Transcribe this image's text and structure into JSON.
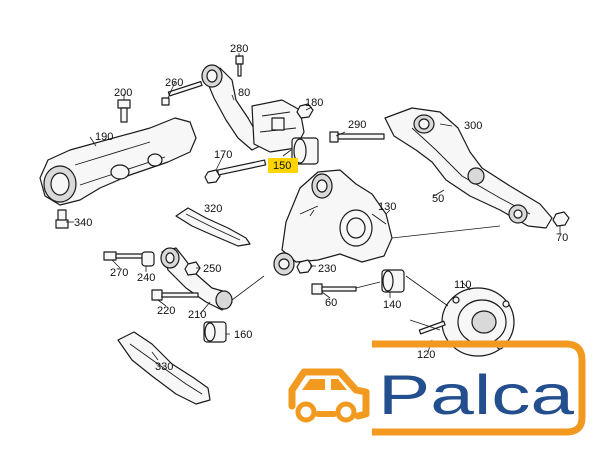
{
  "diagram": {
    "part_numbers": {
      "p280": "280",
      "p260": "260",
      "p200": "200",
      "p80": "80",
      "p180": "180",
      "p290": "290",
      "p300": "300",
      "p190": "190",
      "p170": "170",
      "p150": "150",
      "p320": "320",
      "p130": "130",
      "p50": "50",
      "p340": "340",
      "p70": "70",
      "p270": "270",
      "p240": "240",
      "p250": "250",
      "p230": "230",
      "p220": "220",
      "p60": "60",
      "p140": "140",
      "p210": "210",
      "p110": "110",
      "p160": "160",
      "p330": "330",
      "p120": "120"
    },
    "highlighted_part": "150"
  },
  "logo": {
    "text": "Palca",
    "color": "#244f8e",
    "accent": "#f29a1f"
  },
  "colors": {
    "highlight": "#ffd400",
    "line": "#1a1a1a"
  }
}
